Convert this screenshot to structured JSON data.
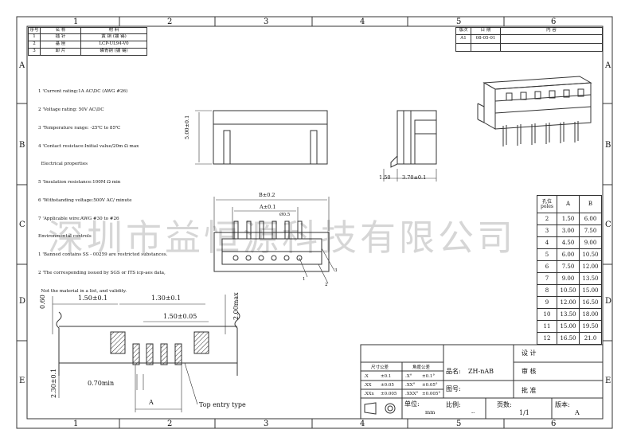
{
  "frame": {
    "columns": [
      "1",
      "2",
      "3",
      "4",
      "5",
      "6"
    ],
    "rows": [
      "A",
      "B",
      "C",
      "D",
      "E"
    ]
  },
  "materials_table": {
    "headers": [
      "序号",
      "名  称",
      "材  料"
    ],
    "rows": [
      [
        "1",
        "插  针",
        "黄 铜 (镀 锡)"
      ],
      [
        "2",
        "基  座",
        "LCP-UL94-V0"
      ],
      [
        "3",
        "卸  片",
        "磷青铜 (镀 锡)"
      ]
    ]
  },
  "revision_table": {
    "headers": [
      "版次",
      "日 期",
      "内          容"
    ],
    "rows": [
      [
        "A1",
        "08-05-01",
        ""
      ]
    ]
  },
  "notes": [
    "1 'Current rating:1A AC\\DC (AWG #26)",
    "2 'Voltage rating: 50V AC\\DC",
    "3 'Temperature range: -25℃ to 85℃",
    "4 'Contact resistace:Initial value/20m Ω max",
    "  Electrical properties",
    "5 'Insulation resistance:100M Ω min",
    "6 'Withstanding voltage:500V AC/ minute",
    "7 'Applicable wire:AWG #30 to #26",
    "Environmental controls",
    "1 'Banned contains SS - 00259 are restricted substances.",
    "2 'The corresponding issued by SGS or ITS icp-aes data,",
    "  Not the material in a list, and validity."
  ],
  "dims": {
    "height": "5.00±0.1",
    "b": "B±0.2",
    "a": "A±0.1",
    "pitch_top": "Ø0.5",
    "side_w1": "1.50",
    "side_w2": "3.70±0.1",
    "pcb_150": "1.50±0.1",
    "pcb_130": "1.30±0.1",
    "pcb_150b": "1.50±0.05",
    "pcb_060": "0.60",
    "pcb_200": "2.00max",
    "pcb_230": "2.30±0.1",
    "pcb_070": "0.70min",
    "pcb_a": "A",
    "top_entry": "Top entry type",
    "callout1": "1",
    "callout2": "2",
    "callout3": "3"
  },
  "poles_table": {
    "header": [
      "孔位\npoles",
      "A",
      "B"
    ],
    "rows": [
      [
        "2",
        "1.50",
        "6.00"
      ],
      [
        "3",
        "3.00",
        "7.50"
      ],
      [
        "4",
        "4.50",
        "9.00"
      ],
      [
        "5",
        "6.00",
        "10.50"
      ],
      [
        "6",
        "7.50",
        "12.00"
      ],
      [
        "7",
        "9.00",
        "13.50"
      ],
      [
        "8",
        "10.50",
        "15.00"
      ],
      [
        "9",
        "12.00",
        "16.50"
      ],
      [
        "10",
        "13.50",
        "18.00"
      ],
      [
        "11",
        "15.00",
        "19.50"
      ],
      [
        "12",
        "16.50",
        "21.0"
      ]
    ]
  },
  "title_block": {
    "tol_header1": "尺寸公差",
    "tol_header2": "角度公差",
    "tol_rows": [
      [
        ".X",
        "±0.1",
        ".X°",
        "±0.1°"
      ],
      [
        ".XX",
        "±0.05",
        ".XX°",
        "±0.05°"
      ],
      [
        ".XXx",
        "±0.005",
        ".XXX°",
        "±0.005°"
      ]
    ],
    "product_name_label": "品名:",
    "product_name": "ZH-nAB",
    "drawing_no_label": "图号:",
    "design": "设  计",
    "review": "审  核",
    "approve": "批  准",
    "unit_label": "单位:",
    "unit": "mm",
    "scale_label": "比例:",
    "scale": "--",
    "pages_label": "页数:",
    "pages": "1/1",
    "version_label": "版本:",
    "version": "A"
  },
  "watermark": "深圳市益恒源科技有限公司"
}
